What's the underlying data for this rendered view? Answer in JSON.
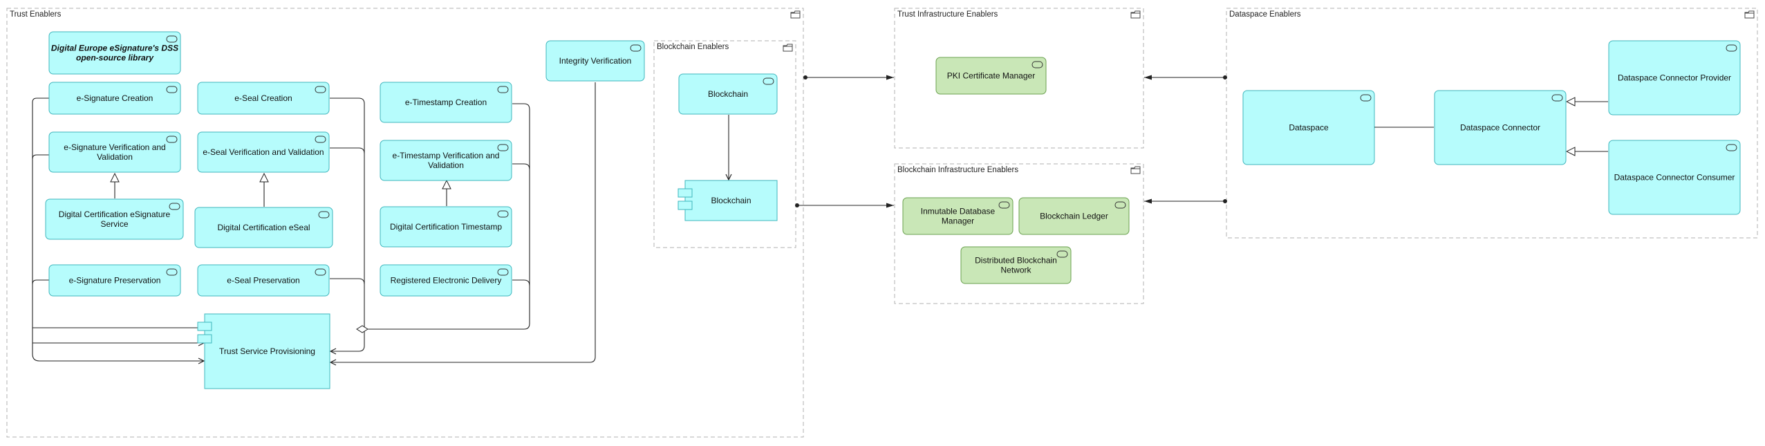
{
  "colors": {
    "service_fill": "#b6fcfc",
    "service_stroke": "#3fb6bd",
    "infra_fill": "#c9e7b7",
    "infra_stroke": "#6aa14f",
    "group_stroke": "#b0b0b0",
    "line": "#222222"
  },
  "groups": {
    "trust_enablers": "Trust Enablers",
    "blockchain_enablers": "Blockchain Enablers",
    "trust_infrastructure_enablers": "Trust Infrastructure Enablers",
    "blockchain_infrastructure_enablers": "Blockchain Infrastructure Enablers",
    "dataspace_enablers": "Dataspace Enablers"
  },
  "note": {
    "line1": "Digital Europe eSignature's DSS",
    "line2": "open-source library"
  },
  "services": {
    "esig_creation": "e-Signature Creation",
    "esig_verif_1": "e-Signature Verification and",
    "esig_verif_2": "Validation",
    "dc_esig_1": "Digital Certification eSignature",
    "dc_esig_2": "Service",
    "esig_preservation": "e-Signature Preservation",
    "eseal_creation": "e-Seal Creation",
    "eseal_verif": "e-Seal Verification and Validation",
    "dc_eseal": "Digital Certification eSeal",
    "eseal_preservation": "e-Seal Preservation",
    "ets_creation": "e-Timestamp Creation",
    "ets_verif_1": "e-Timestamp Verification and",
    "ets_verif_2": "Validation",
    "dc_ets": "Digital Certification Timestamp",
    "red": "Registered Electronic Delivery",
    "integrity_verification": "Integrity Verification",
    "trust_service_provisioning": "Trust Service Provisioning",
    "blockchain_service": "Blockchain",
    "blockchain_component": "Blockchain",
    "dataspace": "Dataspace",
    "dataspace_connector": "Dataspace Connector",
    "dataspace_connector_provider": "Dataspace Connector Provider",
    "dataspace_connector_consumer": "Dataspace Connector Consumer"
  },
  "infra": {
    "pki": "PKI Certificate Manager",
    "idb_1": "Inmutable Database",
    "idb_2": "Manager",
    "ledger": "Blockchain Ledger",
    "dbn_1": "Distributed Blockchain",
    "dbn_2": "Network"
  }
}
